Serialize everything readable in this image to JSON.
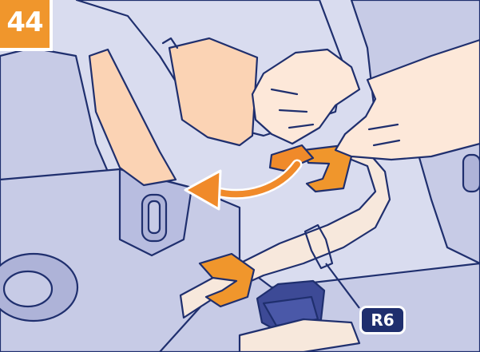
{
  "step": {
    "number": "44"
  },
  "callout": {
    "label": "R6"
  },
  "colors": {
    "background": "#d9dcef",
    "seat_blue": "#c7cbe6",
    "seat_shadow": "#aeb3d8",
    "outline": "#1f2f6e",
    "skin": "#fde8d9",
    "padding": "#fbd3b4",
    "strap": "#f7e8dc",
    "buckle_orange": "#f0962c",
    "tab_orange": "#f08a2a",
    "clip_dark": "#3d4a96",
    "badge_orange": "#f0962c"
  },
  "icons": [
    "rotation-arrow-icon",
    "callout-leader-line"
  ]
}
